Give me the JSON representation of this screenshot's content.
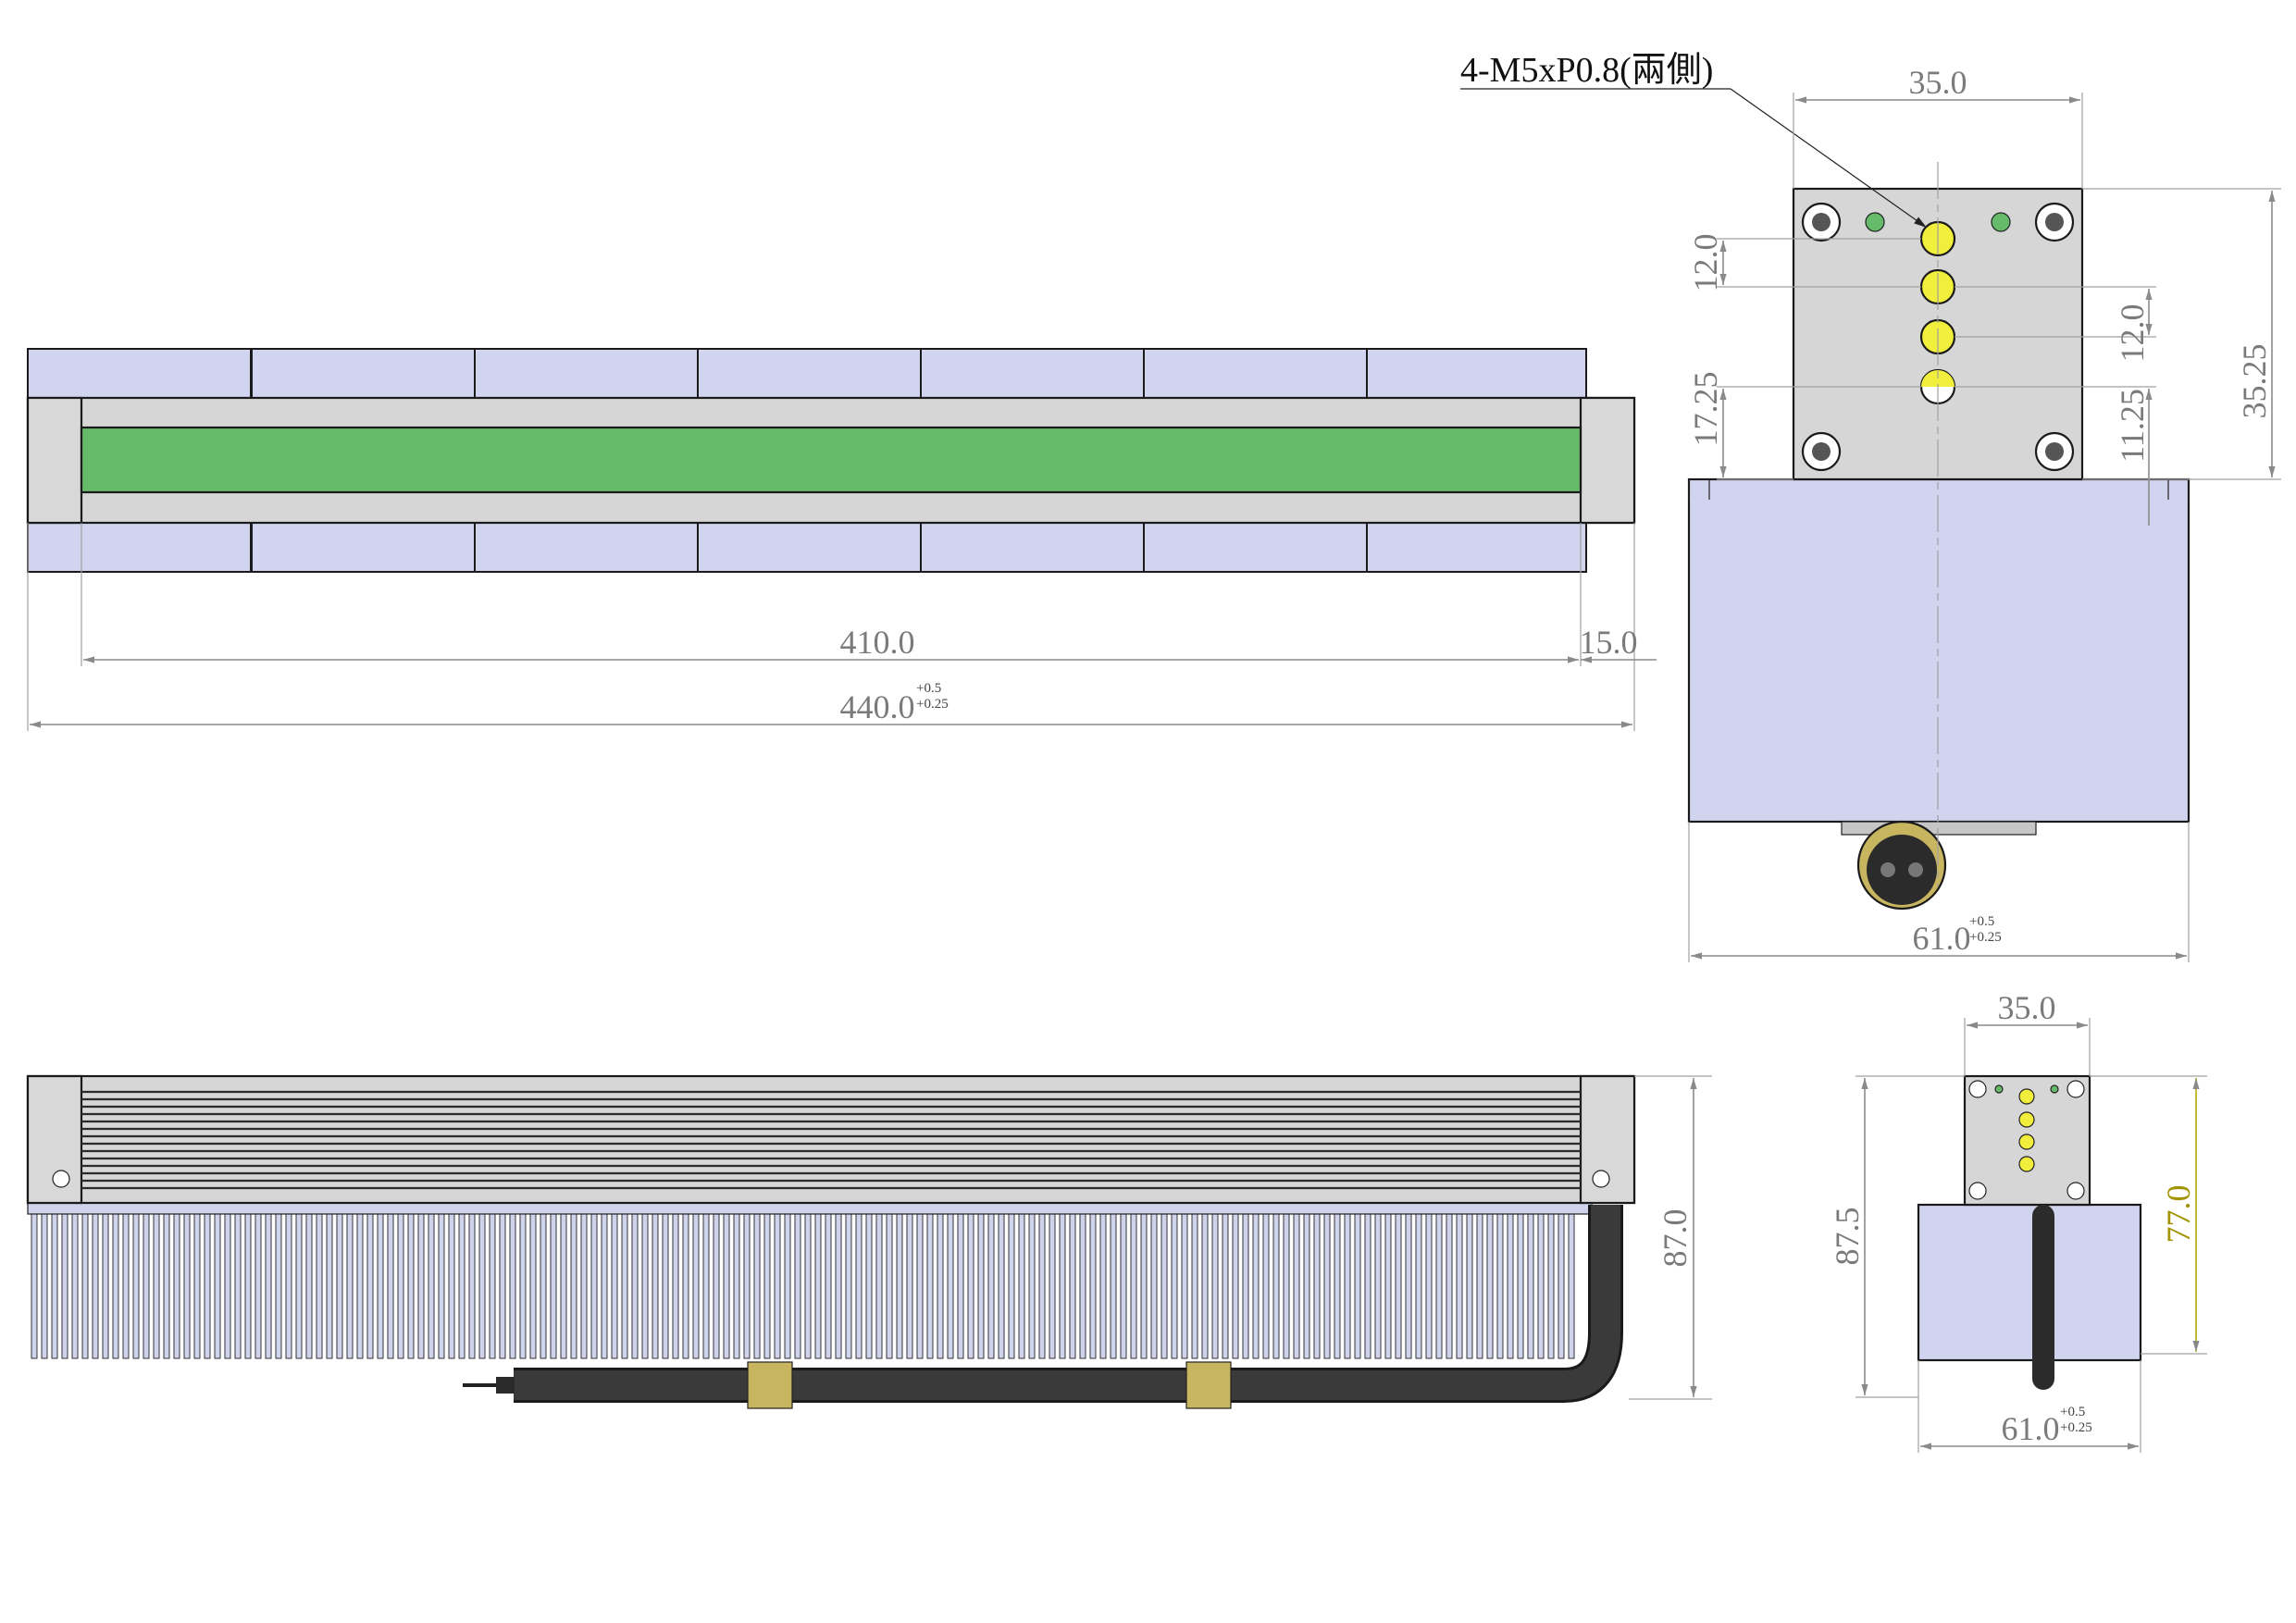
{
  "note": {
    "thread": "4-M5xP0.8(兩側)"
  },
  "top_view": {
    "dim_410": "410.0",
    "dim_15": "15.0",
    "dim_440": "440.0",
    "tol_plus": "+0.5",
    "tol_minus": "+0.25"
  },
  "end_view": {
    "dim_width": "35.0",
    "dim_12_left": "12.0",
    "dim_17_25": "17.25",
    "dim_12_right": "12.0",
    "dim_11_25": "11.25",
    "dim_35_25": "35.25",
    "dim_61": "61.0",
    "tol_plus": "+0.5",
    "tol_minus": "+0.25"
  },
  "side_view": {
    "dim_87": "87.0"
  },
  "small_end_view": {
    "dim_35": "35.0",
    "dim_87_5": "87.5",
    "dim_77": "77.0",
    "dim_61": "61.0",
    "tol_plus": "+0.5",
    "tol_minus": "+0.25"
  },
  "colors": {
    "lavender": "#d0d4ef",
    "gray": "#d6d6d6",
    "green": "#66bb6a",
    "yellow": "#f2ee3c",
    "brass": "#c8b560",
    "cable": "#2b2b2b"
  }
}
